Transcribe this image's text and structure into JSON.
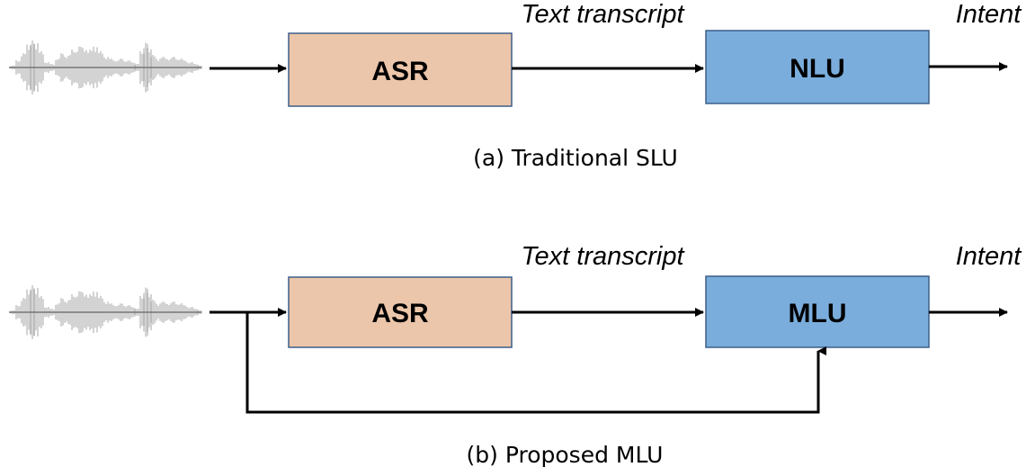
{
  "colors": {
    "asr_fill": "#ecc6aa",
    "nlu_fill": "#7aaddc",
    "box_stroke": "#3d5f8a",
    "arrow": "#000000",
    "waveform": "#9a9a9a"
  },
  "diagram_a": {
    "asr_label": "ASR",
    "nlu_label": "NLU",
    "transcript_label": "Text transcript",
    "output_label": "Intent",
    "caption": "(a) Traditional SLU"
  },
  "diagram_b": {
    "asr_label": "ASR",
    "mlu_label": "MLU",
    "transcript_label": "Text transcript",
    "output_label": "Intent",
    "caption": "(b) Proposed MLU"
  }
}
